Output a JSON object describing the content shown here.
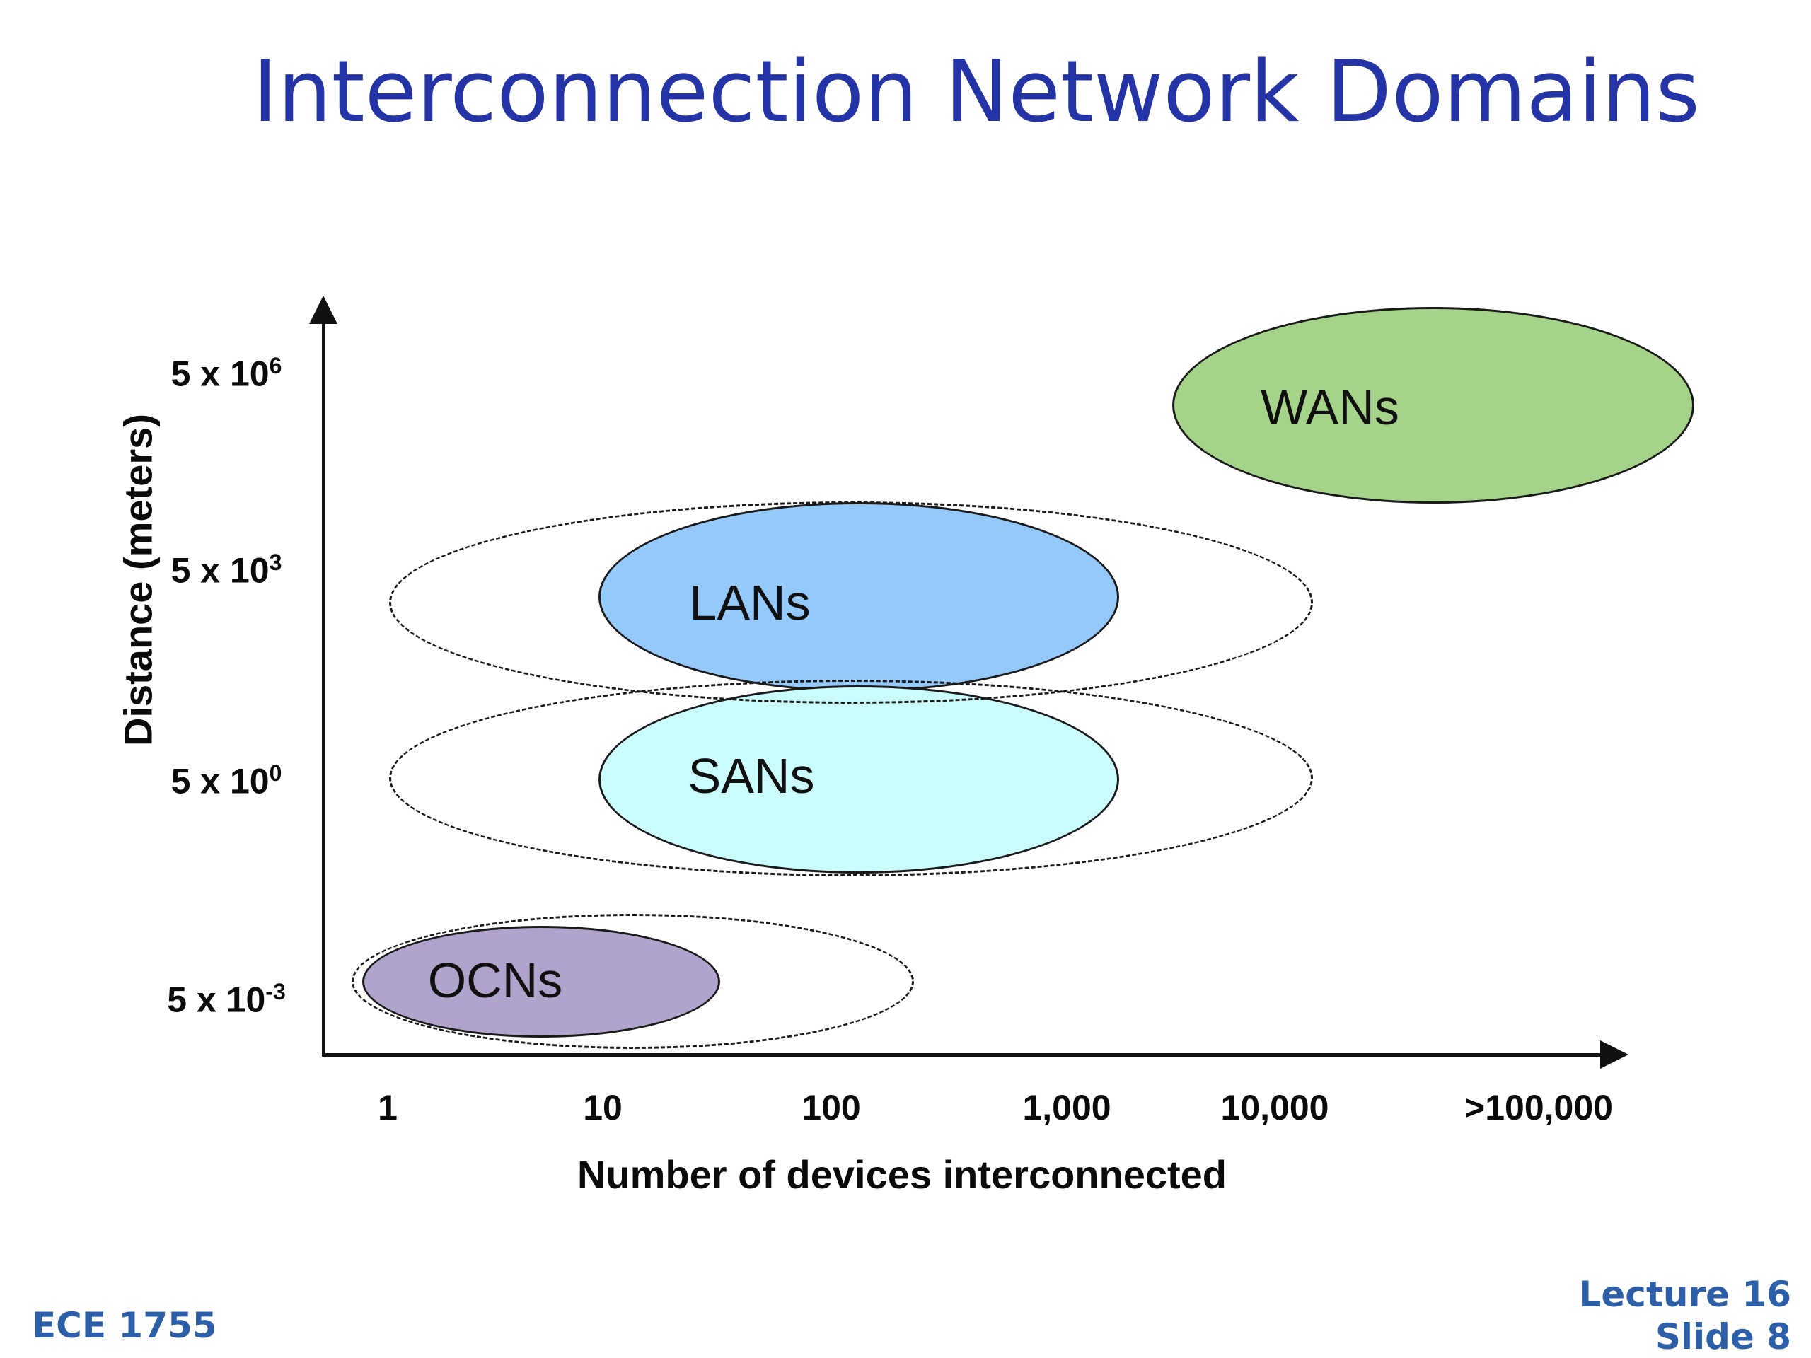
{
  "slide": {
    "title": "Interconnection Network Domains",
    "footer_left": "ECE 1755",
    "footer_right_line1": "Lecture 16",
    "footer_right_line2": "Slide 8"
  },
  "chart_data": {
    "type": "scatter",
    "title": "Interconnection Network Domains",
    "xlabel": "Number of devices interconnected",
    "ylabel": "Distance (meters)",
    "x_ticks": [
      "1",
      "10",
      "100",
      "1,000",
      "10,000",
      ">100,000"
    ],
    "y_ticks": [
      {
        "base": "5 x 10",
        "exp": "6"
      },
      {
        "base": "5 x 10",
        "exp": "3"
      },
      {
        "base": "5 x 10",
        "exp": "0"
      },
      {
        "base": "5 x 10",
        "exp": "-3"
      }
    ],
    "x_axis_scale": "log-like category axis",
    "grid": false,
    "legend": false,
    "regions": [
      {
        "label": "WANs",
        "fill": "#a5d38a",
        "outline": "solid black",
        "devices_range": [
          "1,000",
          ">100,000"
        ],
        "distance_level": "5 x 10^6 meters"
      },
      {
        "label": "LANs",
        "fill": "#95c9fa",
        "outline": "solid black",
        "devices_range": [
          "10",
          "1,000"
        ],
        "distance_level": "5 x 10^3 meters",
        "dashed_devices_range": [
          "1",
          "10,000"
        ]
      },
      {
        "label": "SANs",
        "fill": "#cafcfb",
        "outline": "solid black",
        "devices_range": [
          "10",
          "1,000"
        ],
        "distance_level": "5 x 10^0 meters",
        "dashed_devices_range": [
          "1",
          "10,000"
        ]
      },
      {
        "label": "OCNs",
        "fill": "#b1a4cc",
        "outline": "solid black",
        "devices_range": [
          "1",
          "~30"
        ],
        "distance_level": "5 x 10^-3 meters",
        "dashed_devices_range": [
          "1",
          "~200"
        ]
      }
    ],
    "colors": {
      "title_blue": "#2433a5",
      "footer_blue": "#2d5fa8",
      "axis_black": "#111111"
    }
  }
}
